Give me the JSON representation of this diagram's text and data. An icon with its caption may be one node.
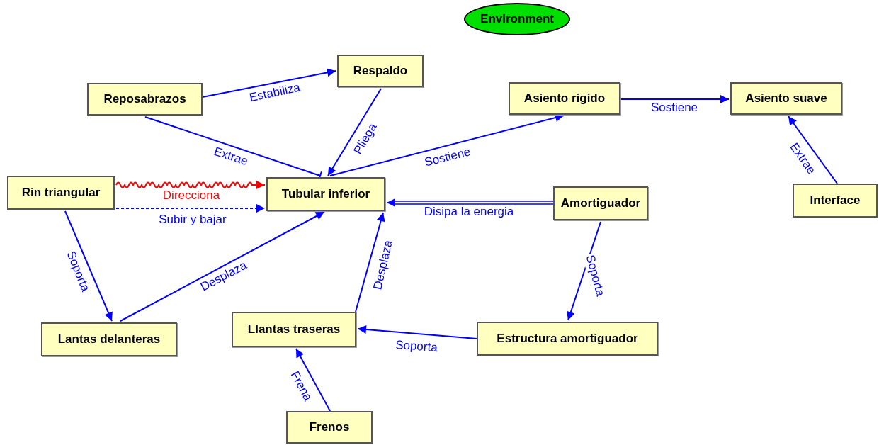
{
  "diagram": {
    "nodes": [
      {
        "text": [
          "Environment"
        ]
      },
      {
        "text": [
          "Reposabrazos"
        ]
      },
      {
        "text": [
          "Respaldo"
        ]
      },
      {
        "text": [
          "Asiento rigido"
        ]
      },
      {
        "text": [
          "Asiento suave"
        ]
      },
      {
        "text": [
          "Rin triangular"
        ]
      },
      {
        "text": [
          "Tubular inferior"
        ]
      },
      {
        "text": [
          "Amortiguador"
        ]
      },
      {
        "text": [
          "Interface"
        ]
      },
      {
        "text": [
          "Lantas delanteras"
        ]
      },
      {
        "text": [
          "Llantas traseras"
        ]
      },
      {
        "text": [
          "Estructura amortiguador"
        ]
      },
      {
        "text": [
          "Frenos"
        ]
      }
    ],
    "edges": [
      {
        "from": 1,
        "to": 2,
        "arrow": "to",
        "label": "Estabiliza"
      },
      {
        "from": 1,
        "to": 6,
        "arrow": "other",
        "label": "Extrae"
      },
      {
        "from": 2,
        "to": 6,
        "arrow": "to",
        "label": "Pliega"
      },
      {
        "from": 6,
        "to": 3,
        "arrow": "to",
        "label": "Sostiene"
      },
      {
        "from": 3,
        "to": 4,
        "arrow": "to",
        "label": "Sostiene"
      },
      {
        "from": 8,
        "to": 4,
        "arrow": "to",
        "label": "Extrae"
      },
      {
        "from": 5,
        "to": 6,
        "arrow": "to",
        "label": "Direcciona",
        "color": "#ff0000"
      },
      {
        "from": 5,
        "to": 6,
        "arrow": "to",
        "label": "Subir y bajar",
        "style": "dashed"
      },
      {
        "from": 7,
        "to": 6,
        "arrow": "to",
        "label": "Disipa la energia"
      },
      {
        "from": 5,
        "to": 9,
        "arrow": "to",
        "label": "Soporta"
      },
      {
        "from": 9,
        "to": 6,
        "arrow": "to",
        "label": "Desplaza"
      },
      {
        "from": 10,
        "to": 6,
        "arrow": "to",
        "label": "Desplaza"
      },
      {
        "from": 7,
        "to": 11,
        "arrow": "to",
        "label": "Soporta"
      },
      {
        "from": 11,
        "to": 10,
        "arrow": "to",
        "label": "Soporta"
      },
      {
        "from": 12,
        "to": 10,
        "arrow": "to",
        "label": "Frena"
      }
    ]
  }
}
